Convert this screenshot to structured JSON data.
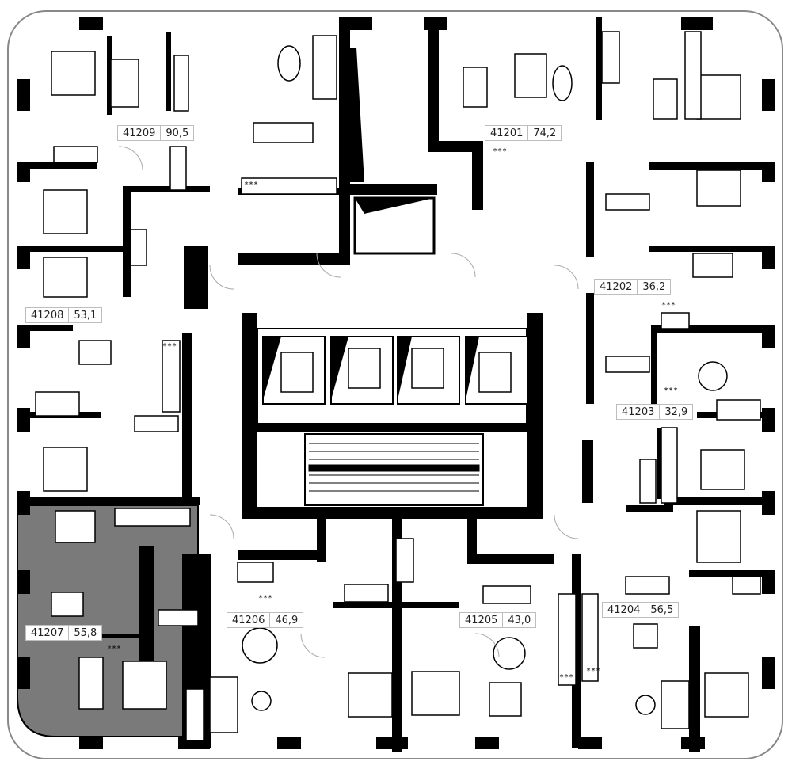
{
  "plan": {
    "highlight_color": "#7a7a7a",
    "wall_color": "#000000",
    "units": [
      {
        "number": "41209",
        "area": "90,5"
      },
      {
        "number": "41201",
        "area": "74,2"
      },
      {
        "number": "41202",
        "area": "36,2"
      },
      {
        "number": "41208",
        "area": "53,1"
      },
      {
        "number": "41203",
        "area": "32,9"
      },
      {
        "number": "41207",
        "area": "55,8",
        "highlighted": true
      },
      {
        "number": "41206",
        "area": "46,9"
      },
      {
        "number": "41205",
        "area": "43,0"
      },
      {
        "number": "41204",
        "area": "56,5"
      }
    ],
    "kitchen_marker": "***"
  }
}
